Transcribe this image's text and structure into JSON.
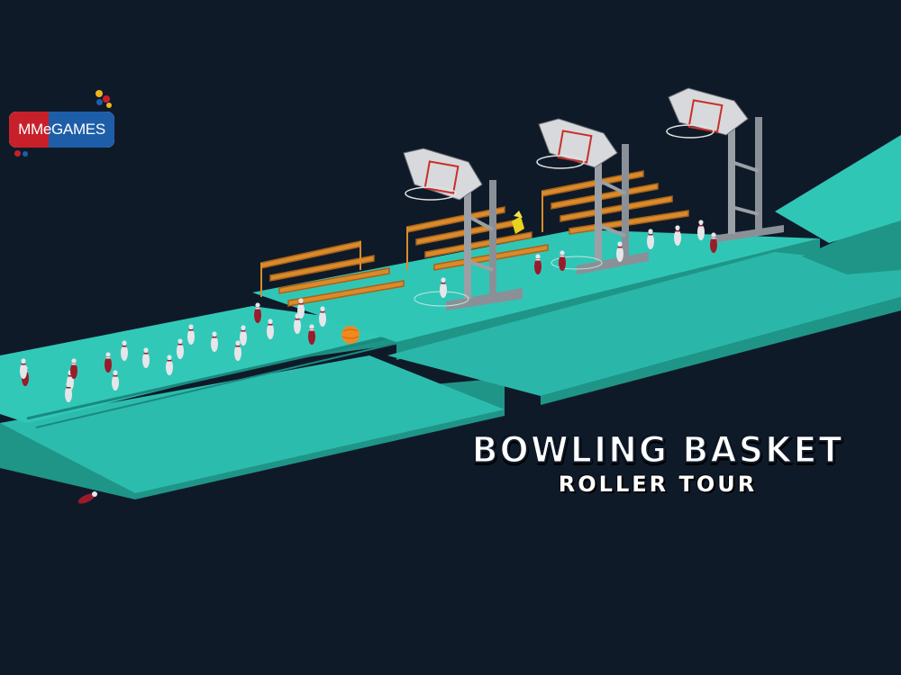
{
  "game": {
    "title": "BOWLING BASKET",
    "subtitle": "ROLLER TOUR"
  },
  "publisher": {
    "logo_text": "MMeGAMES",
    "colors": {
      "red": "#c8202a",
      "blue": "#1e5ea8",
      "yellow": "#f0b51e"
    }
  },
  "scene": {
    "colors": {
      "background": "#0f1a29",
      "track_top": "#2fc3b3",
      "track_side": "#209a8e",
      "bleacher": "#d98b2c",
      "ball": "#f08a1e",
      "pin_white": "#e6e6ea",
      "pin_red": "#9a1b2a"
    }
  }
}
